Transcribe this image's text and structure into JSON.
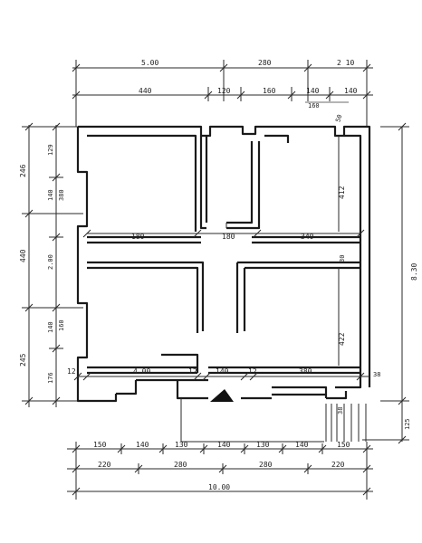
{
  "dimensions": {
    "top_row1": [
      "5.00",
      "280",
      "2 10"
    ],
    "top_row2": [
      "440",
      "120",
      "160",
      "140",
      "140"
    ],
    "top_row2_sub": "160",
    "top_corner": "50",
    "left_outer": [
      "246",
      "440",
      "245"
    ],
    "left_inner": [
      "129",
      "140",
      "380",
      "2.00",
      "140",
      "160",
      "176"
    ],
    "right_outer": [
      "8.30",
      "125"
    ],
    "right_inner": [
      "412",
      "30",
      "422",
      "38",
      "38"
    ],
    "interior_mid": [
      "180",
      "180",
      "340"
    ],
    "interior_bottom": [
      "12",
      "4.00",
      "12",
      "140",
      "12",
      "380"
    ],
    "bottom_row1": [
      "150",
      "140",
      "130",
      "140",
      "130",
      "140",
      "150"
    ],
    "bottom_row2": [
      "220",
      "280",
      "280",
      "220"
    ],
    "bottom_row3": "10.00"
  }
}
